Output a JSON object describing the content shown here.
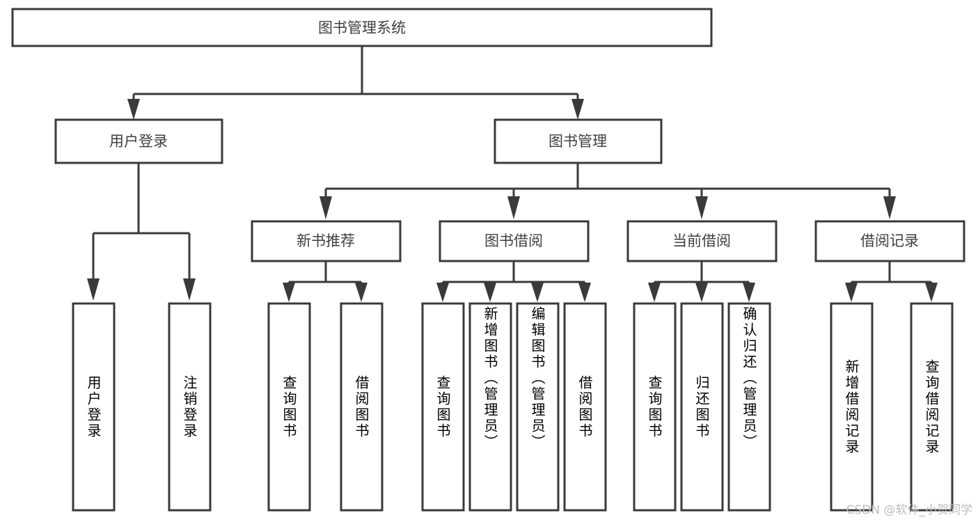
{
  "diagram": {
    "type": "tree-hierarchy",
    "title": "图书管理系统",
    "colors": {
      "stroke": "#3a3a3a",
      "fill": "#ffffff",
      "text": "#3f3f3f",
      "watermark": "#bdbdbd",
      "background": "#ffffff"
    },
    "root": {
      "id": "root",
      "label": "图书管理系统"
    },
    "level1": [
      {
        "id": "user-login",
        "label": "用户登录"
      },
      {
        "id": "book-manage",
        "label": "图书管理"
      }
    ],
    "level2": [
      {
        "id": "new-book-rec",
        "label": "新书推荐",
        "parent": "book-manage"
      },
      {
        "id": "book-borrow",
        "label": "图书借阅",
        "parent": "book-manage"
      },
      {
        "id": "current-borrow",
        "label": "当前借阅",
        "parent": "book-manage"
      },
      {
        "id": "borrow-record",
        "label": "借阅记录",
        "parent": "book-manage"
      }
    ],
    "leaves": [
      {
        "id": "leaf-user-login",
        "label": "用户登录",
        "parent": "user-login"
      },
      {
        "id": "leaf-logout",
        "label": "注销登录",
        "parent": "user-login"
      },
      {
        "id": "leaf-query-book-1",
        "label": "查询图书",
        "parent": "new-book-rec"
      },
      {
        "id": "leaf-borrow-book-1",
        "label": "借阅图书",
        "parent": "new-book-rec"
      },
      {
        "id": "leaf-query-book-2",
        "label": "查询图书",
        "parent": "book-borrow"
      },
      {
        "id": "leaf-add-book",
        "label": "新增图书（管理员）",
        "parent": "book-borrow"
      },
      {
        "id": "leaf-edit-book",
        "label": "编辑图书（管理员）",
        "parent": "book-borrow"
      },
      {
        "id": "leaf-borrow-book-2",
        "label": "借阅图书",
        "parent": "book-borrow"
      },
      {
        "id": "leaf-query-book-3",
        "label": "查询图书",
        "parent": "current-borrow"
      },
      {
        "id": "leaf-return-book",
        "label": "归还图书",
        "parent": "current-borrow"
      },
      {
        "id": "leaf-confirm-return",
        "label": "确认归还（管理员）",
        "parent": "current-borrow"
      },
      {
        "id": "leaf-add-record",
        "label": "新增借阅记录",
        "parent": "borrow-record"
      },
      {
        "id": "leaf-query-record",
        "label": "查询借阅记录",
        "parent": "borrow-record"
      }
    ]
  },
  "watermark": {
    "text": "CSDN @软件_小贺同学"
  }
}
